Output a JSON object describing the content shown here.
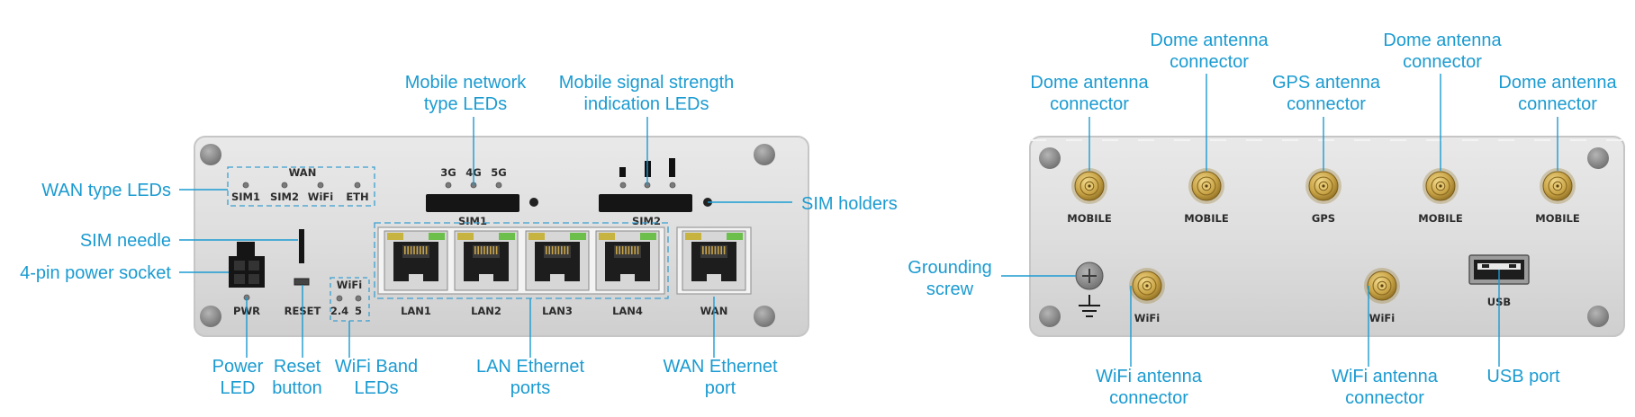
{
  "callouts": {
    "wan_type_leds": "WAN type LEDs",
    "sim_needle": "SIM needle",
    "power_socket": "4-pin power socket",
    "mobile_network_type_leds": [
      "Mobile network",
      "type LEDs"
    ],
    "mobile_signal_strength_leds": [
      "Mobile signal strength",
      "indication LEDs"
    ],
    "sim_holders": "SIM holders",
    "power_led": [
      "Power",
      "LED"
    ],
    "reset_button": [
      "Reset",
      "button"
    ],
    "wifi_band_leds": [
      "WiFi Band",
      "LEDs"
    ],
    "lan_ethernet_ports": [
      "LAN Ethernet",
      "ports"
    ],
    "wan_ethernet_port": [
      "WAN Ethernet",
      "port"
    ],
    "grounding_screw": [
      "Grounding",
      "screw"
    ],
    "dome_antenna_1": [
      "Dome antenna",
      "connector"
    ],
    "dome_antenna_2": [
      "Dome antenna",
      "connector"
    ],
    "gps_antenna": [
      "GPS antenna",
      "connector"
    ],
    "dome_antenna_3": [
      "Dome antenna",
      "connector"
    ],
    "dome_antenna_4": [
      "Dome antenna",
      "connector"
    ],
    "wifi_antenna_1": [
      "WiFi antenna",
      "connector"
    ],
    "wifi_antenna_2": [
      "WiFi antenna",
      "connector"
    ],
    "usb_port": "USB port"
  },
  "front_panel": {
    "wan_group_label": "WAN",
    "wan_leds": [
      "SIM1",
      "SIM2",
      "WiFi",
      "ETH"
    ],
    "network_type_leds": [
      "3G",
      "4G",
      "5G"
    ],
    "sim_slots": [
      "SIM1",
      "SIM2"
    ],
    "wifi_group_label": "WiFi",
    "wifi_band_labels": [
      "2.4",
      "5"
    ],
    "power_label": "PWR",
    "reset_label": "RESET",
    "lan_ports": [
      "LAN1",
      "LAN2",
      "LAN3",
      "LAN4"
    ],
    "wan_port": "WAN"
  },
  "back_panel": {
    "antenna_labels": [
      "MOBILE",
      "MOBILE",
      "GPS",
      "MOBILE",
      "MOBILE"
    ],
    "wifi_antenna_labels": [
      "WiFi",
      "WiFi"
    ],
    "usb_label": "USB"
  },
  "colors": {
    "accent": "#1b9bd1",
    "panel": "#dcdcdc",
    "panel_edge": "#c4c4c4",
    "gold": "#c9a447"
  }
}
